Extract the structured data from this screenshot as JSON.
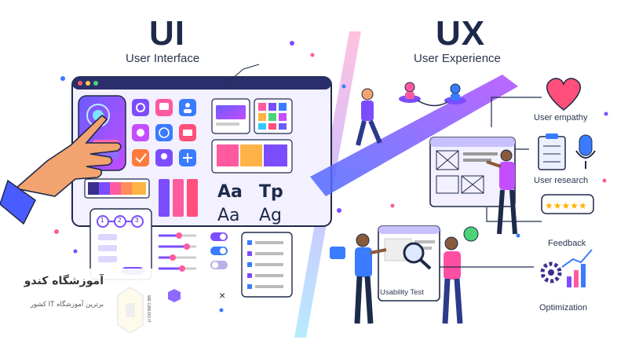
{
  "ui": {
    "title": "UI",
    "subtitle": "User Interface"
  },
  "ux": {
    "title": "UX",
    "subtitle": "User Experience"
  },
  "typography": {
    "a1": "Aa",
    "a2": "Aa",
    "t1": "Tp",
    "t2": "Ag"
  },
  "steps": [
    "1",
    "2",
    "3"
  ],
  "close_symbol": "×",
  "labels": {
    "empathy": "User empathy",
    "research": "User research",
    "feedback": "Feedback",
    "usability": "Usability Test",
    "optimization": "Optimization"
  },
  "logo": {
    "title": "آموزشگاه کندو",
    "subtitle": "برترین آموزشگاه IT کشور",
    "badge_text": "WE CAN DO IT"
  },
  "colors": {
    "accent_purple": "#7b4dff",
    "accent_pink": "#ff4fa3",
    "accent_blue": "#3a7bff",
    "dark_navy": "#1e2a4a",
    "logo_yellow": "#f5c400"
  },
  "icons": [
    "gear-icon",
    "chat-icon",
    "user-icon",
    "smile-icon",
    "globe-icon",
    "cart-icon",
    "check-icon",
    "pin-icon",
    "move-icon",
    "heart-icon",
    "clipboard-icon",
    "microphone-icon",
    "star-icon",
    "like-icon",
    "magnifier-icon",
    "growth-chart-icon"
  ]
}
